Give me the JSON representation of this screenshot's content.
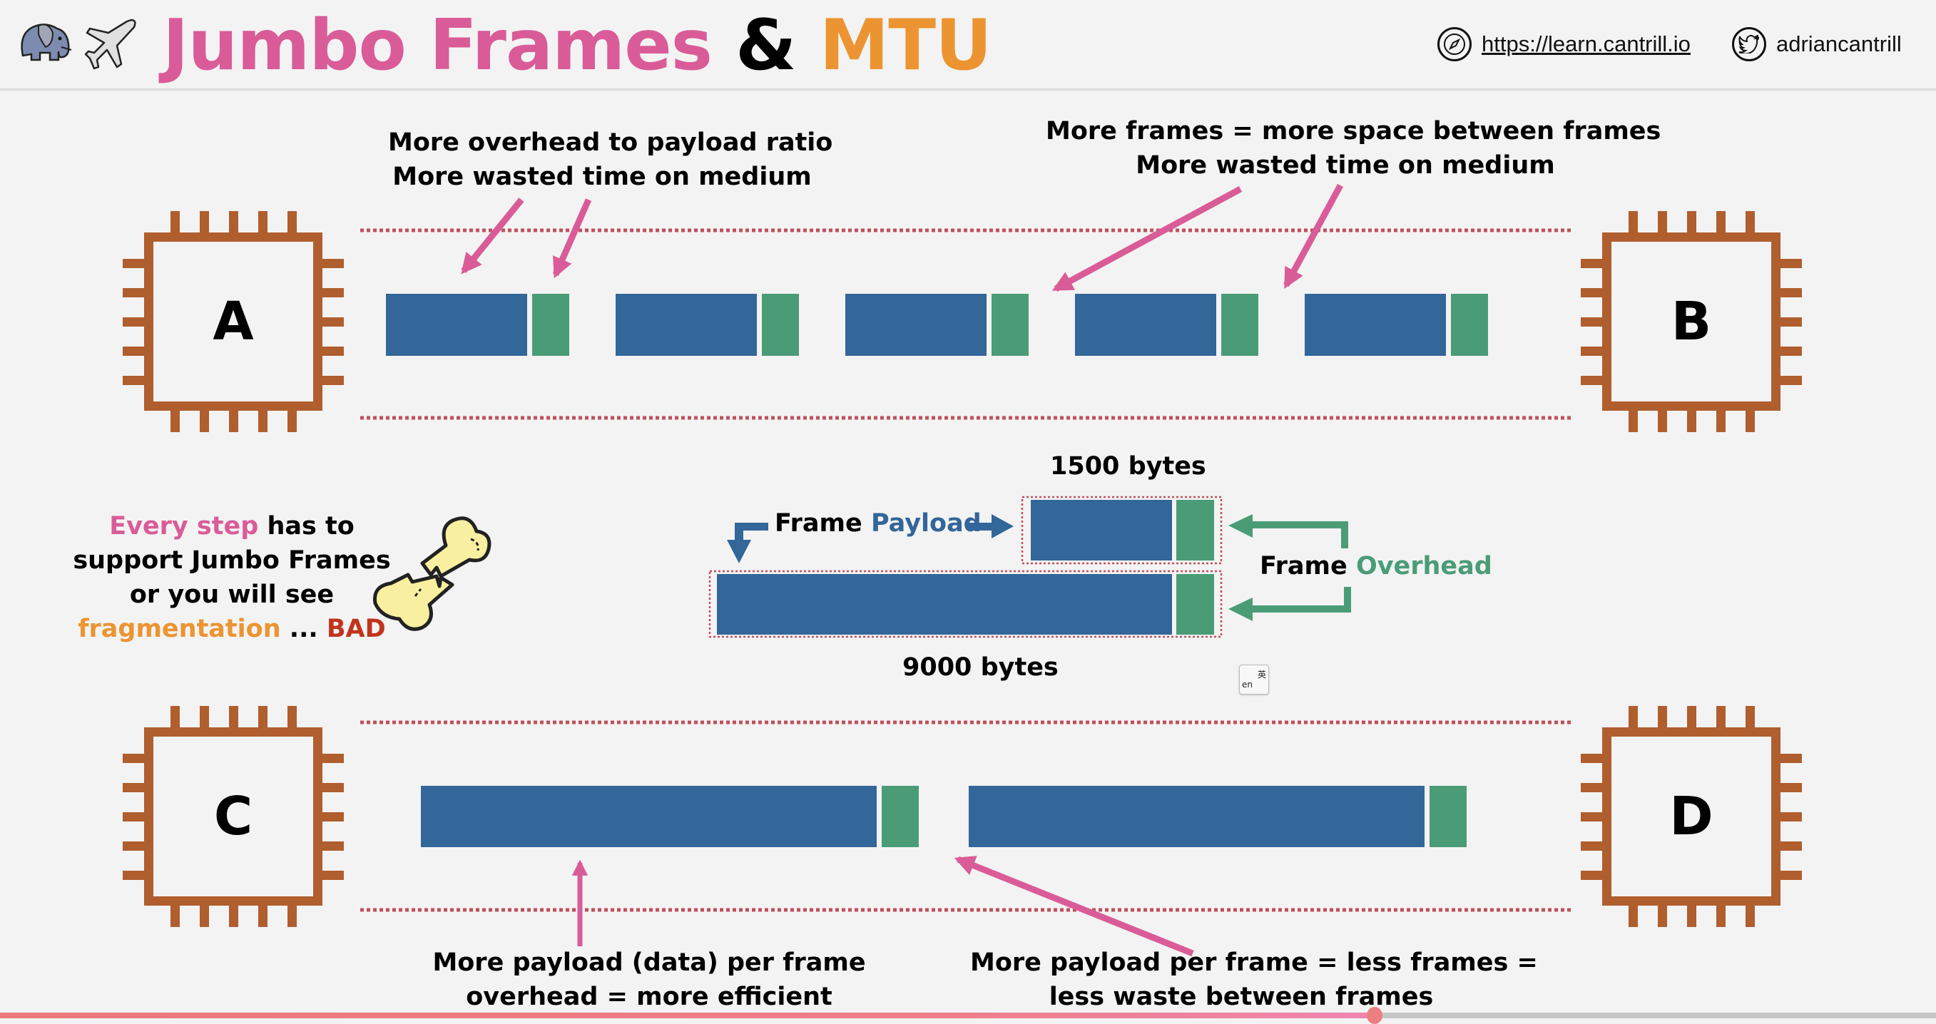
{
  "header": {
    "icons": [
      "elephant-icon",
      "airplane-icon"
    ],
    "title_part1": "Jumbo Frames",
    "title_part2": "&",
    "title_part3": "MTU",
    "website_icon": "compass-icon",
    "website": "https://learn.cantrill.io",
    "social_icon": "twitter-icon",
    "social": "adriancantrill"
  },
  "colors": {
    "pink": "#d95c98",
    "orange": "#ec9432",
    "payload_blue": "#336699",
    "overhead_green": "#4a9c77",
    "chip_orange": "#b05e2e",
    "dotted_red": "#c0505c",
    "bad_red": "#c0341d"
  },
  "top_section": {
    "left_chip": "A",
    "right_chip": "B",
    "frame_count": 5,
    "note_left": [
      "More overhead to payload ratio",
      "More wasted time on medium"
    ],
    "note_right": [
      "More frames = more space between frames",
      "More wasted time on medium"
    ]
  },
  "middle_section": {
    "small_frame_label": "1500 bytes",
    "large_frame_label": "9000 bytes",
    "payload_label_word1": "Frame",
    "payload_label_word2": "Payload",
    "overhead_label_word1": "Frame",
    "overhead_label_word2": "Overhead",
    "warning": {
      "line1_highlight": "Every step",
      "line1_rest": " has to",
      "line2": "support Jumbo Frames",
      "line3": "or you will see",
      "line4_highlight": "fragmentation",
      "line4_mid": " ... ",
      "line4_bad": "BAD"
    },
    "warning_icon": "broken-bone-icon",
    "translate_icon": {
      "top": "英",
      "bottom": "en"
    }
  },
  "bottom_section": {
    "left_chip": "C",
    "right_chip": "D",
    "frame_count": 2,
    "note_left": [
      "More payload (data) per frame",
      "overhead = more efficient"
    ],
    "note_right": [
      "More payload per frame = less frames =",
      "less waste between frames"
    ]
  },
  "playback": {
    "progress_percent": 71
  }
}
